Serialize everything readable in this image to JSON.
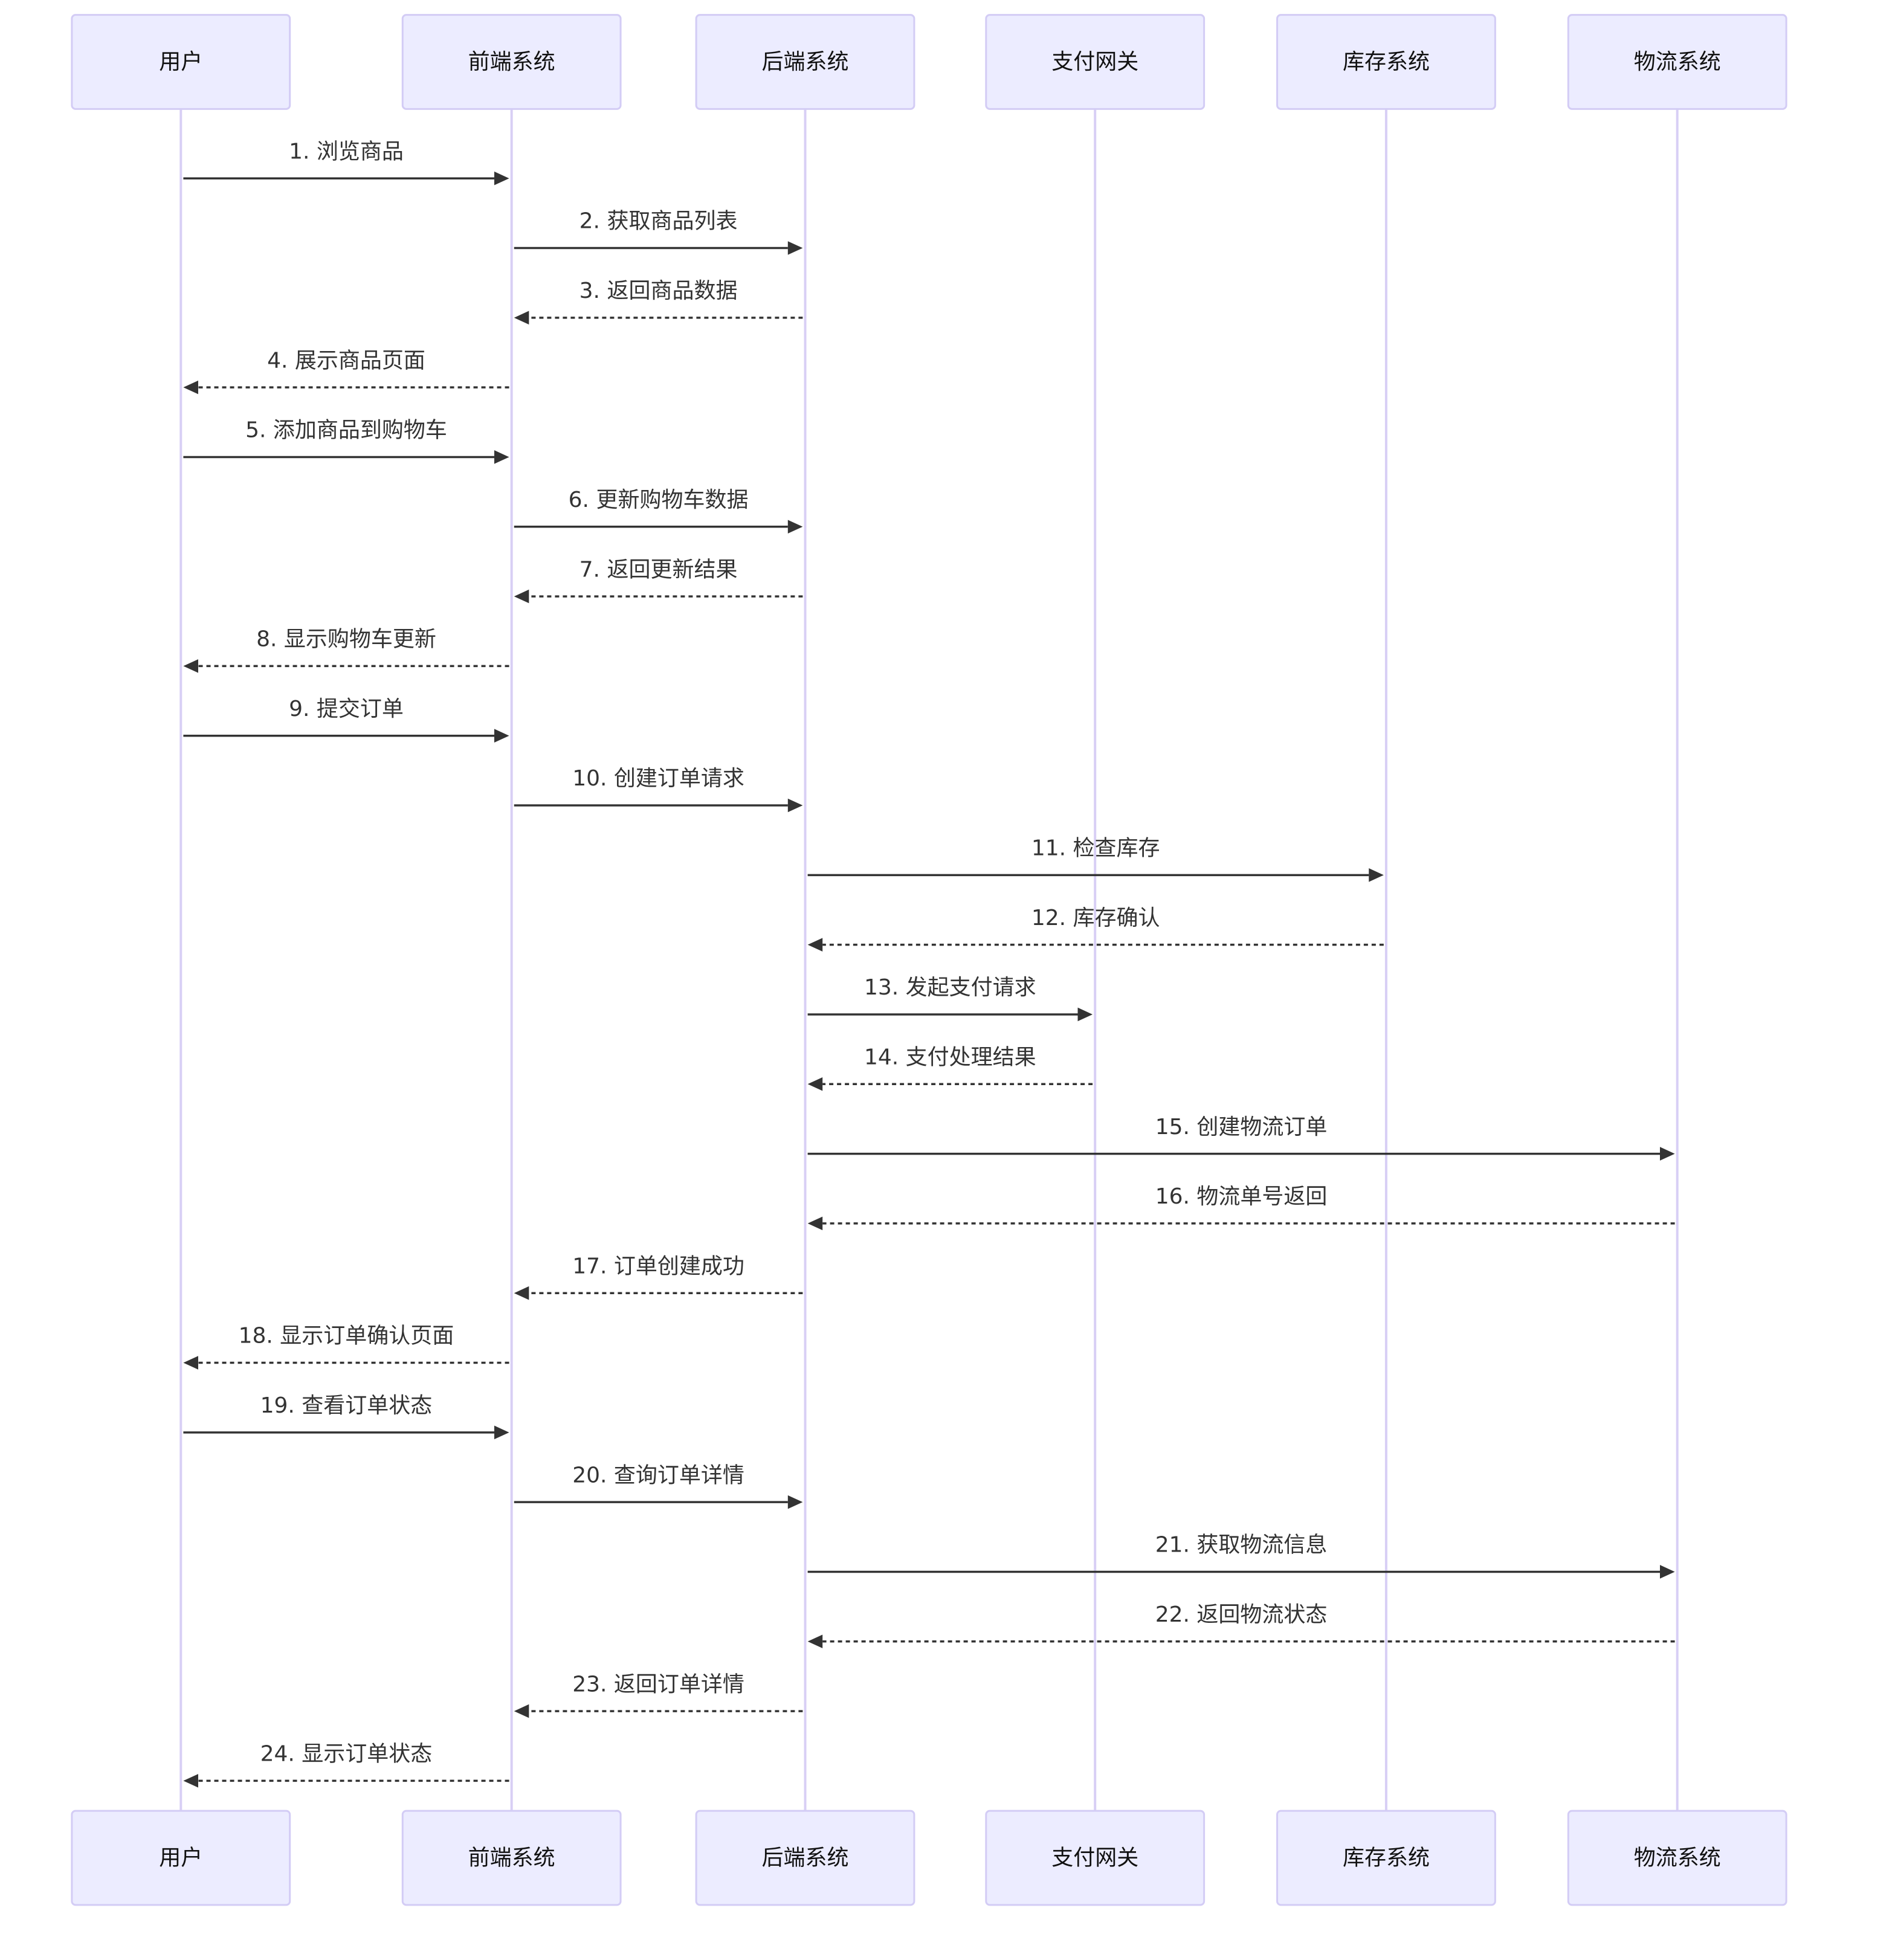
{
  "colors": {
    "actor_fill": "#ECECFF",
    "actor_border": "#D3CCF5",
    "lifeline": "#D8CFF5",
    "message": "#333333"
  },
  "actors": [
    {
      "id": "user",
      "label": "用户"
    },
    {
      "id": "frontend",
      "label": "前端系统"
    },
    {
      "id": "backend",
      "label": "后端系统"
    },
    {
      "id": "payment",
      "label": "支付网关"
    },
    {
      "id": "inventory",
      "label": "库存系统"
    },
    {
      "id": "logistics",
      "label": "物流系统"
    }
  ],
  "messages": [
    {
      "from": 0,
      "to": 1,
      "label": "1. 浏览商品",
      "style": "solid"
    },
    {
      "from": 1,
      "to": 2,
      "label": "2. 获取商品列表",
      "style": "solid"
    },
    {
      "from": 2,
      "to": 1,
      "label": "3. 返回商品数据",
      "style": "dashed"
    },
    {
      "from": 1,
      "to": 0,
      "label": "4. 展示商品页面",
      "style": "dashed"
    },
    {
      "from": 0,
      "to": 1,
      "label": "5. 添加商品到购物车",
      "style": "solid"
    },
    {
      "from": 1,
      "to": 2,
      "label": "6. 更新购物车数据",
      "style": "solid"
    },
    {
      "from": 2,
      "to": 1,
      "label": "7. 返回更新结果",
      "style": "dashed"
    },
    {
      "from": 1,
      "to": 0,
      "label": "8. 显示购物车更新",
      "style": "dashed"
    },
    {
      "from": 0,
      "to": 1,
      "label": "9. 提交订单",
      "style": "solid"
    },
    {
      "from": 1,
      "to": 2,
      "label": "10. 创建订单请求",
      "style": "solid"
    },
    {
      "from": 2,
      "to": 4,
      "label": "11. 检查库存",
      "style": "solid"
    },
    {
      "from": 4,
      "to": 2,
      "label": "12. 库存确认",
      "style": "dashed"
    },
    {
      "from": 2,
      "to": 3,
      "label": "13. 发起支付请求",
      "style": "solid"
    },
    {
      "from": 3,
      "to": 2,
      "label": "14. 支付处理结果",
      "style": "dashed"
    },
    {
      "from": 2,
      "to": 5,
      "label": "15. 创建物流订单",
      "style": "solid"
    },
    {
      "from": 5,
      "to": 2,
      "label": "16. 物流单号返回",
      "style": "dashed"
    },
    {
      "from": 2,
      "to": 1,
      "label": "17. 订单创建成功",
      "style": "dashed"
    },
    {
      "from": 1,
      "to": 0,
      "label": "18. 显示订单确认页面",
      "style": "dashed"
    },
    {
      "from": 0,
      "to": 1,
      "label": "19. 查看订单状态",
      "style": "solid"
    },
    {
      "from": 1,
      "to": 2,
      "label": "20. 查询订单详情",
      "style": "solid"
    },
    {
      "from": 2,
      "to": 5,
      "label": "21. 获取物流信息",
      "style": "solid"
    },
    {
      "from": 5,
      "to": 2,
      "label": "22. 返回物流状态",
      "style": "dashed"
    },
    {
      "from": 2,
      "to": 1,
      "label": "23. 返回订单详情",
      "style": "dashed"
    },
    {
      "from": 1,
      "to": 0,
      "label": "24. 显示订单状态",
      "style": "dashed"
    }
  ]
}
